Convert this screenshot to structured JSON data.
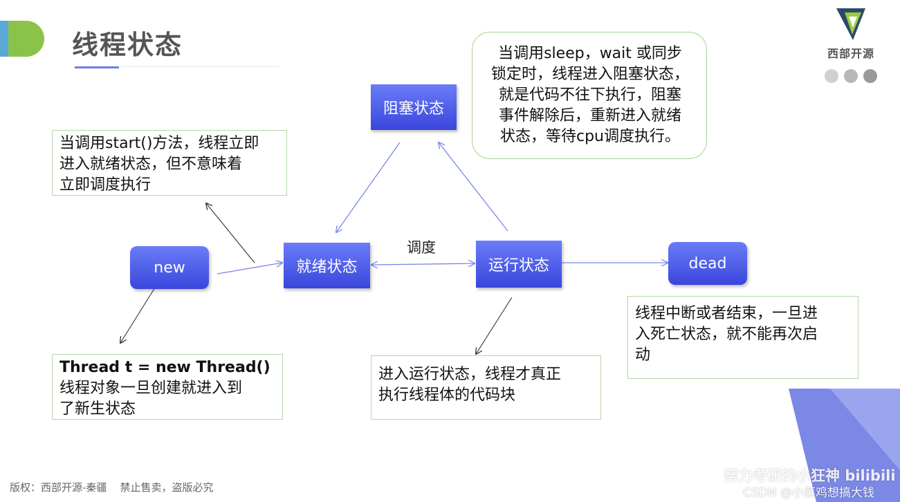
{
  "title": "线程状态",
  "logo": {
    "text": "西部开源"
  },
  "states": {
    "new": "new",
    "ready": "就绪状态",
    "blocked": "阻塞状态",
    "running": "运行状态",
    "dead": "dead"
  },
  "edge_labels": {
    "schedule": "调度"
  },
  "notes": {
    "start": [
      "当调用start()方法，线程立即",
      "进入就绪状态，但不意味着",
      "立即调度执行"
    ],
    "sleep": [
      "当调用sleep，wait 或同步",
      "锁定时，线程进入阻塞状态，",
      "就是代码不往下执行，阻塞",
      "事件解除后，重新进入就绪",
      "状态，等待cpu调度执行。"
    ],
    "new_thread": [
      "Thread t = new Thread()",
      "线程对象一旦创建就进入到",
      "了新生状态"
    ],
    "running": [
      "进入运行状态，线程才真正",
      "执行线程体的代码块"
    ],
    "dead": [
      "线程中断或者结束，一旦进",
      "入死亡状态，就不能再次启",
      "动"
    ]
  },
  "footer": {
    "copyright": "版权：西部开源-秦疆    禁止售卖，盗版必究"
  },
  "watermark": {
    "line1": "努力考研的小狂神 bilibili",
    "line2": "CSDN @小菜鸡想搞大钱"
  },
  "colors": {
    "state_fill": "#4a5bea",
    "note_border": "#b6d7a8",
    "accent_green": "#8bc34a",
    "accent_blue": "#5aa7d8",
    "arrow_blue": "#7b86e8"
  }
}
